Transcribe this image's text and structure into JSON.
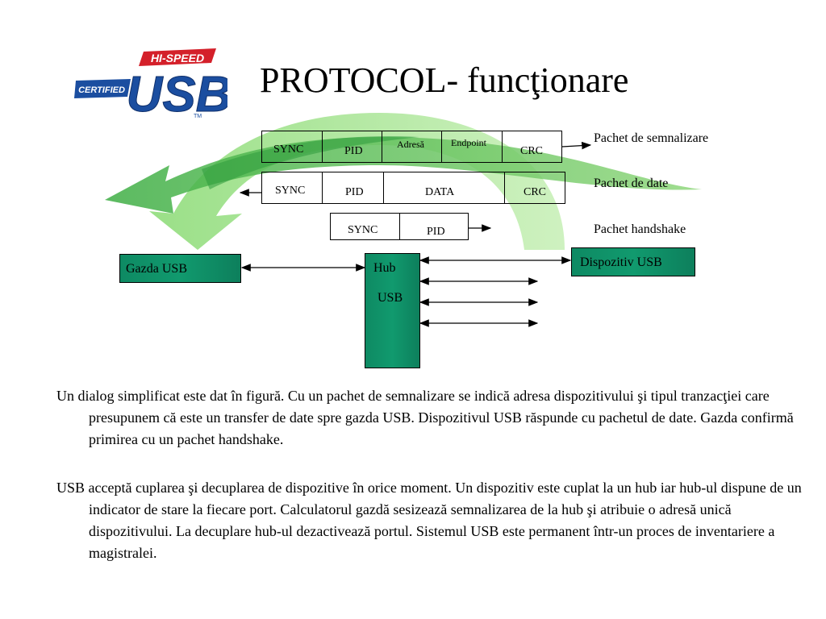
{
  "logo": {
    "top_text": "HI-SPEED",
    "left_text": "CERTIFIED",
    "main_text": "USB",
    "tm": "TM"
  },
  "title": "PROTOCOL- funcţionare",
  "packets": {
    "token": {
      "fields": [
        "SYNC",
        "PID",
        "Adresă",
        "Endpoint",
        "CRC"
      ],
      "label": "Pachet de semnalizare"
    },
    "data": {
      "fields": [
        "SYNC",
        "PID",
        "DATA",
        "CRC"
      ],
      "label": "Pachet de date"
    },
    "handshake": {
      "fields": [
        "SYNC",
        "PID"
      ],
      "label": "Pachet handshake"
    }
  },
  "nodes": {
    "host": "Gazda USB",
    "hub_line1": "Hub",
    "hub_line2": "USB",
    "device": "Dispozitiv  USB"
  },
  "paragraphs": [
    "Un dialog simplificat este dat în figură. Cu un pachet de semnalizare se indică adresa dispozitivului şi tipul tranzacţiei care presupunem că este un transfer de date spre gazda USB. Dispozitivul USB răspunde cu pachetul de date. Gazda confirmă primirea cu un pachet handshake.",
    "USB acceptă cuplarea şi decuplarea de dispozitive în orice moment. Un dispozitiv este cuplat la un hub iar hub-ul dispune de un indicator de stare la fiecare port. Calculatorul gazdă sesizează semnalizarea de la hub şi atribuie o adresă unică dispozitivului. La decuplare hub-ul dezactivează portul. Sistemul USB este permanent într-un proces de inventariere a magistralei."
  ],
  "colors": {
    "arrow_light": "#b3e8a0",
    "arrow_mid": "#5cc85a",
    "arrow_dark": "#2e9a3c",
    "node_green": "#119a6e",
    "logo_red": "#d4202a",
    "logo_blue": "#1b4ea0"
  }
}
